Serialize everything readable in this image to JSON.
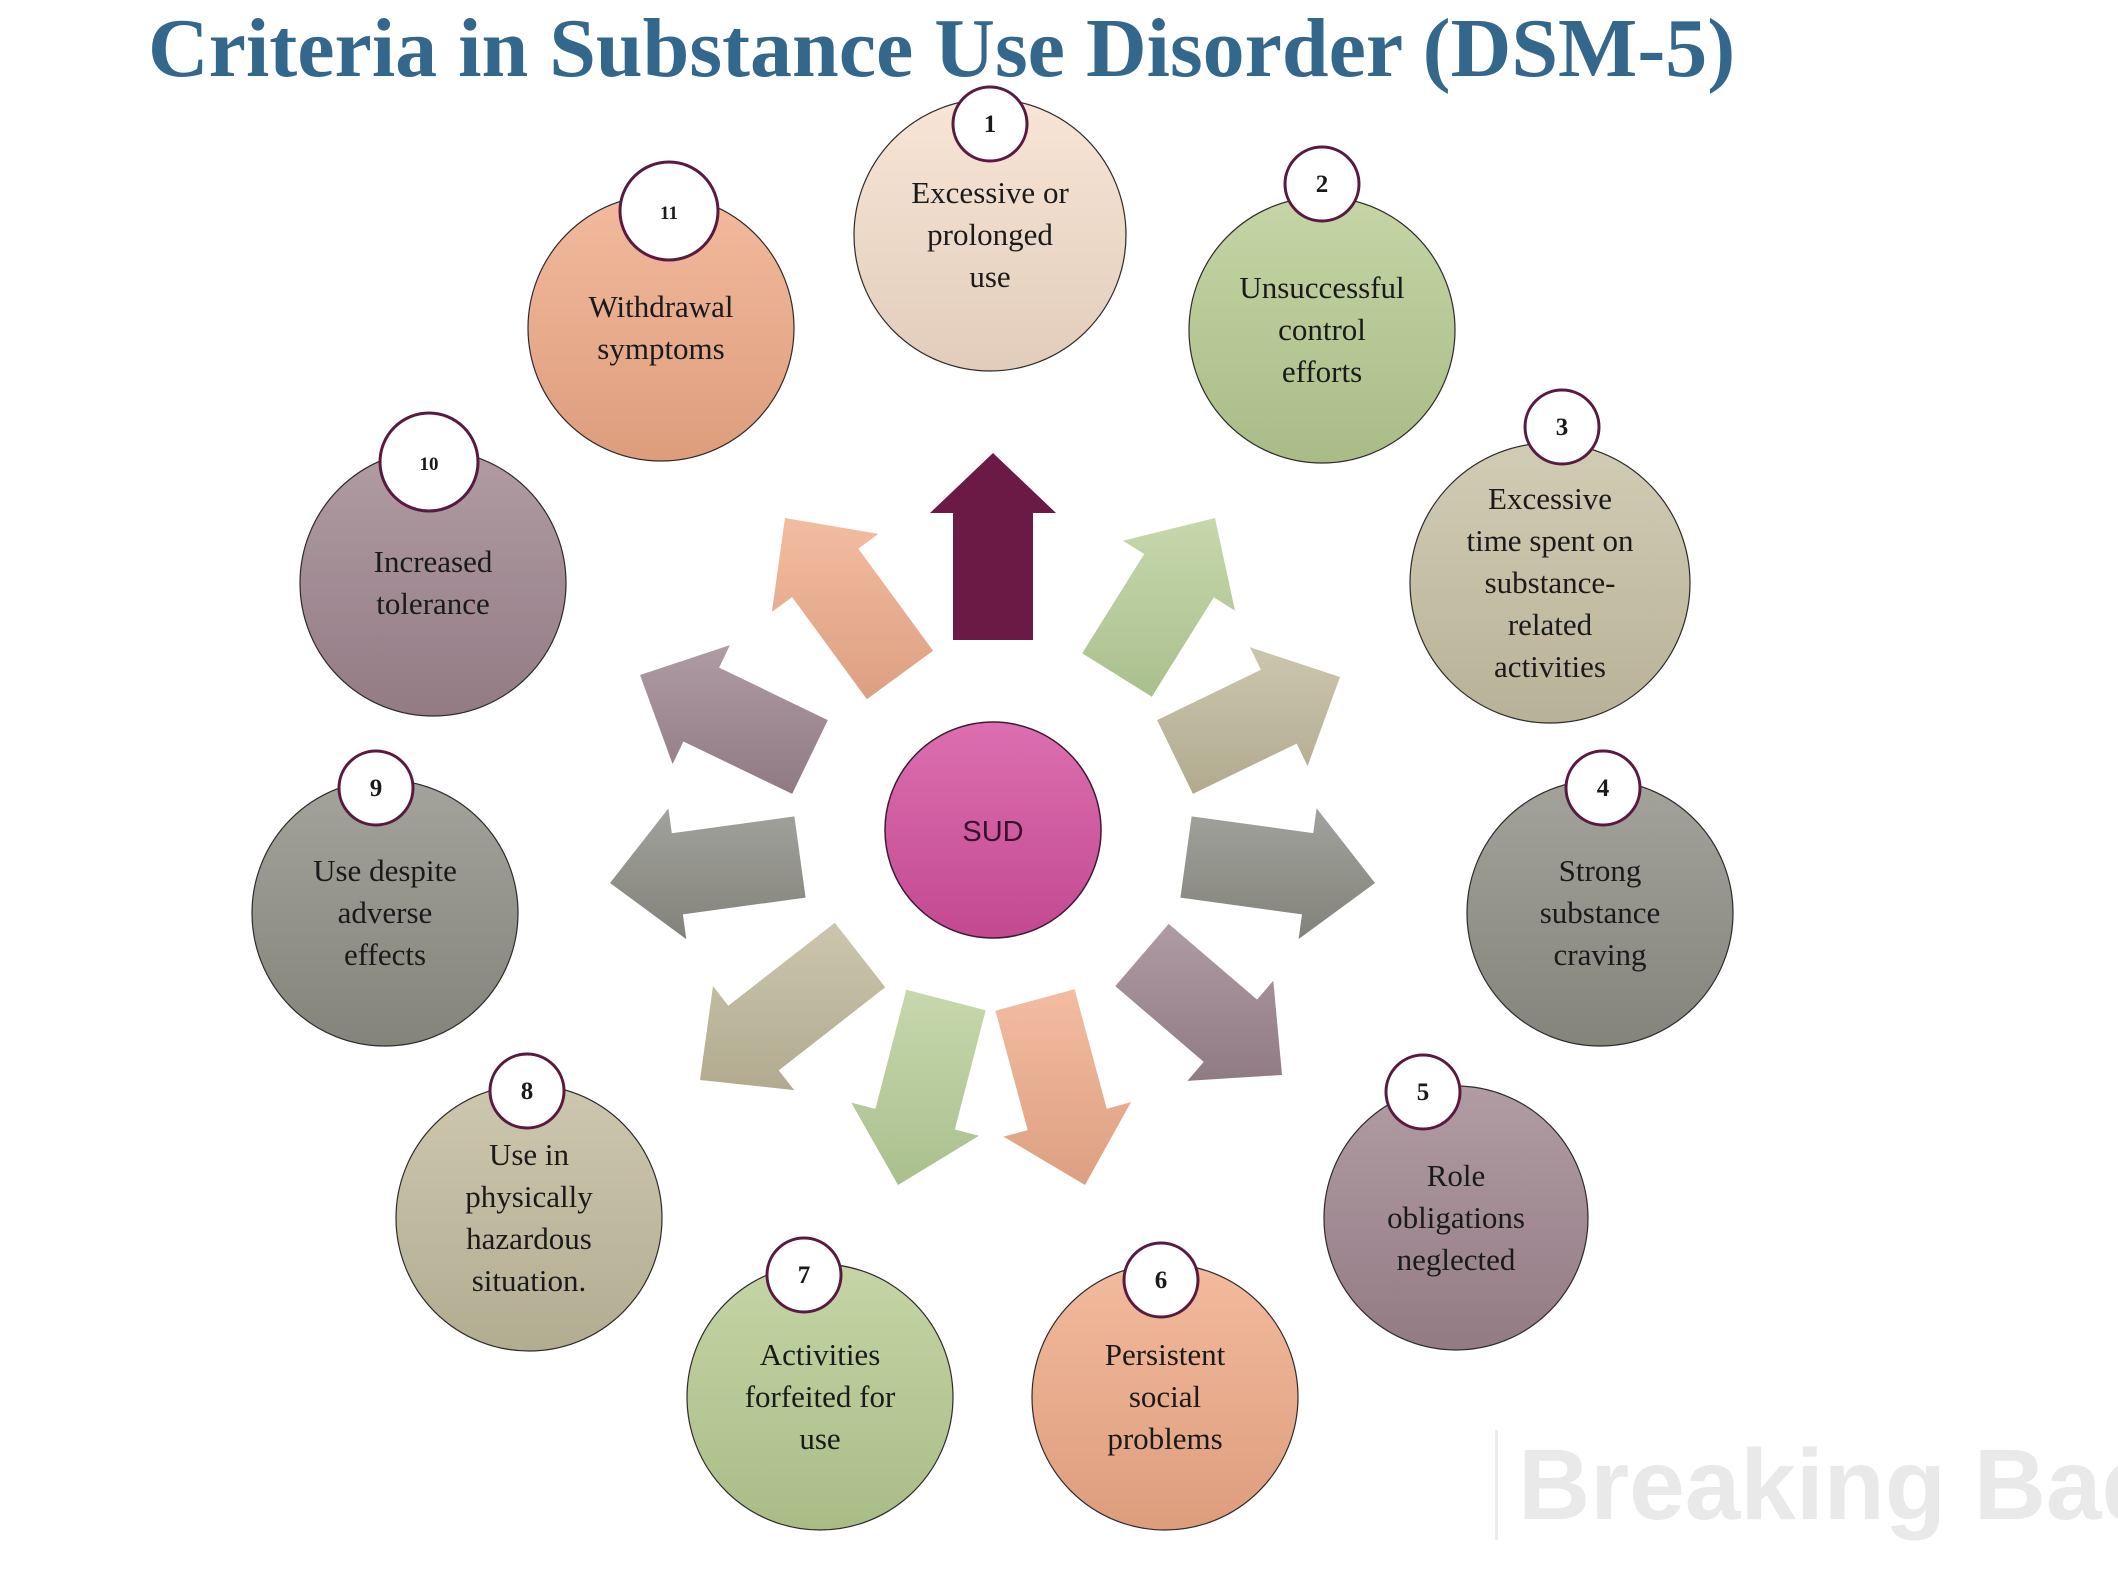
{
  "title": "Criteria in Substance Use Disorder (DSM-5)",
  "center": {
    "label": "SUD",
    "color": "#d44f9e"
  },
  "criteria": [
    {
      "number": "1",
      "lines": [
        "Excessive or",
        "prolonged",
        "use"
      ],
      "color": "#f6dfcc"
    },
    {
      "number": "2",
      "lines": [
        "Unsuccessful",
        "control",
        "efforts"
      ],
      "color": "#b8cc92"
    },
    {
      "number": "3",
      "lines": [
        "Excessive",
        "time spent on",
        "substance-",
        "related",
        "activities"
      ],
      "color": "#c7c1a4"
    },
    {
      "number": "4",
      "lines": [
        "Strong",
        "substance",
        "craving"
      ],
      "color": "#8f8f86"
    },
    {
      "number": "5",
      "lines": [
        "Role",
        "obligations",
        "neglected"
      ],
      "color": "#a08690"
    },
    {
      "number": "6",
      "lines": [
        "Persistent",
        "social",
        "problems"
      ],
      "color": "#f0ab88"
    },
    {
      "number": "7",
      "lines": [
        "Activities",
        "forfeited for",
        "use"
      ],
      "color": "#b8cc92"
    },
    {
      "number": "8",
      "lines": [
        "Use in",
        "physically",
        "hazardous",
        "situation."
      ],
      "color": "#c2bb9e"
    },
    {
      "number": "9",
      "lines": [
        "Use despite",
        "adverse",
        "effects"
      ],
      "color": "#8f8f86"
    },
    {
      "number": "10",
      "lines": [
        "Increased",
        "tolerance"
      ],
      "color": "#a08690"
    },
    {
      "number": "11",
      "lines": [
        "Withdrawal",
        "symptoms"
      ],
      "color": "#f0ab88"
    }
  ],
  "arrow_colors": {
    "up": "#6a1a45",
    "green": "#b9d09a",
    "khaki": "#c0b99b",
    "grey": "#8d8d86",
    "mauve": "#9d8590",
    "peach": "#f0ad8c"
  },
  "watermark": "Breaking Bad"
}
